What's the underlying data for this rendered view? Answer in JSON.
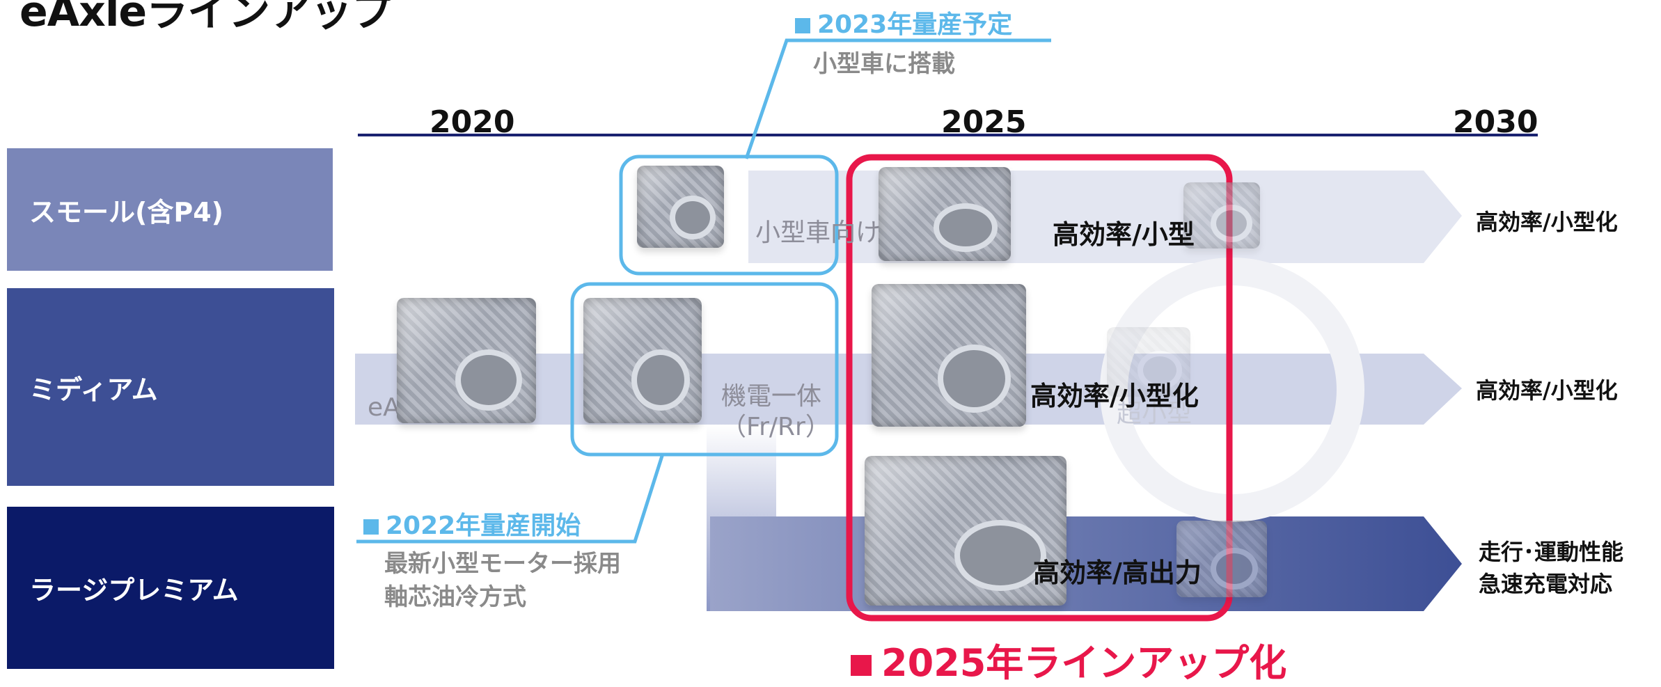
{
  "title": "eAxleラインアップ",
  "timeline": {
    "years": [
      "2020",
      "2025",
      "2030"
    ]
  },
  "rows": [
    {
      "label": "スモール(含P4)"
    },
    {
      "label": "ミディアム"
    },
    {
      "label": "ラージプレミアム"
    }
  ],
  "notes": {
    "note_2023": {
      "head": "2023年量産予定",
      "sub": "小型車に搭載"
    },
    "note_2022": {
      "head": "2022年量産開始",
      "sub1": "最新小型モーター採用",
      "sub2": "軸芯油冷方式"
    }
  },
  "flows": {
    "small_text": "小型車向け",
    "medium_eaxle": "eAxle",
    "medium_kiden1": "機電一体",
    "medium_kiden2": "（Fr/Rr）",
    "medium_ultra": "超小型"
  },
  "lineup_2025": {
    "small": "高効率/小型",
    "medium": "高効率/小型化",
    "large": "高効率/高出力"
  },
  "future_2030": {
    "small": "高効率/小型化",
    "medium": "高効率/小型化",
    "large1": "走行･運動性能",
    "large2": "急速充電対応"
  },
  "bottom_label": "2025年ラインアップ化",
  "colors": {
    "accent_red": "#e8174a",
    "callout_blue": "#5cb8ea",
    "navy": "#0b1a68",
    "timeline": "#1a2270"
  }
}
